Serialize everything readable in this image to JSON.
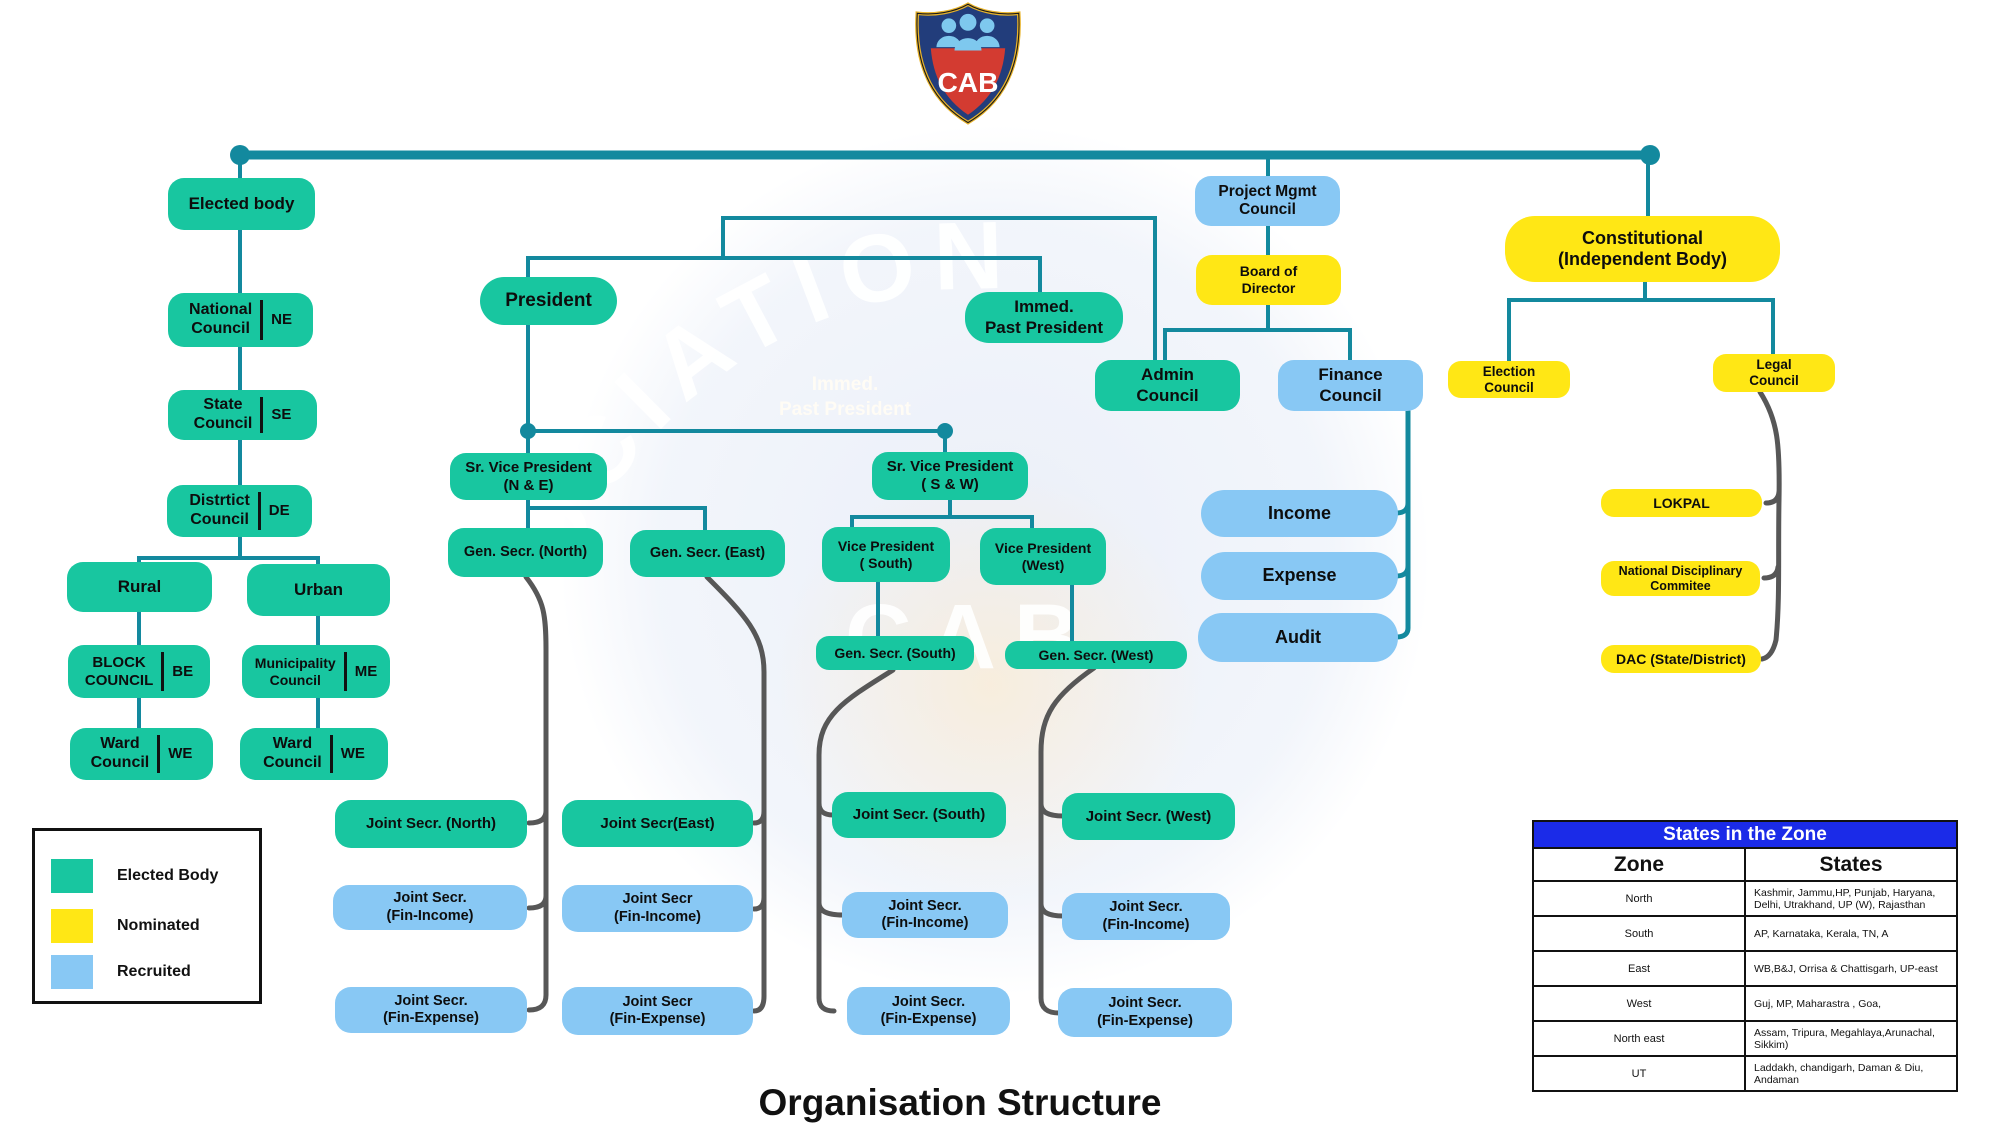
{
  "logo": {
    "text": "CAB"
  },
  "title": "Organisation Structure",
  "watermark": {
    "arc_text": "ASSOCIATION",
    "center_text": "CAB",
    "ghost_text": "Immed.\nPast President"
  },
  "org": {
    "elected_body": "Elected body",
    "national_council": {
      "label": "National\nCouncil",
      "code": "NE"
    },
    "state_council": {
      "label": "State\nCouncil",
      "code": "SE"
    },
    "district_council": {
      "label": "Distrtict\nCouncil",
      "code": "DE"
    },
    "rural": "Rural",
    "urban": "Urban",
    "block_council": {
      "label": "BLOCK\nCOUNCIL",
      "code": "BE"
    },
    "municipality_council": {
      "label": "Municipality\nCouncil",
      "code": "ME"
    },
    "ward_council_rural": {
      "label": "Ward\nCouncil",
      "code": "WE"
    },
    "ward_council_urban": {
      "label": "Ward\nCouncil",
      "code": "WE"
    },
    "president": "President",
    "immed_past_president": "Immed.\nPast President",
    "sr_vice_president_ne": "Sr. Vice President\n(N & E)",
    "sr_vice_president_sw": "Sr. Vice President\n( S & W)",
    "gen_secr_north": "Gen. Secr. (North)",
    "gen_secr_east": "Gen. Secr. (East)",
    "vice_president_south": "Vice President\n( South)",
    "vice_president_west": "Vice President\n(West)",
    "gen_secr_south": "Gen. Secr. (South)",
    "gen_secr_west": "Gen. Secr. (West)",
    "joint_secr_north": "Joint Secr. (North)",
    "joint_secr_east": "Joint Secr(East)",
    "joint_secr_south": "Joint Secr. (South)",
    "joint_secr_west": "Joint Secr. (West)",
    "joint_secr_north_income": "Joint Secr.\n(Fin-Income)",
    "joint_secr_north_expense": "Joint Secr.\n(Fin-Expense)",
    "joint_secr_east_income": "Joint Secr\n(Fin-Income)",
    "joint_secr_east_expense": "Joint Secr\n(Fin-Expense)",
    "joint_secr_south_income": "Joint Secr.\n(Fin-Income)",
    "joint_secr_south_expense": "Joint Secr.\n(Fin-Expense)",
    "joint_secr_west_income": "Joint Secr.\n(Fin-Income)",
    "joint_secr_west_expense": "Joint Secr.\n(Fin-Expense)",
    "project_mgmt_council": "Project Mgmt\nCouncil",
    "board_of_director": "Board of\nDirector",
    "admin_council": "Admin\nCouncil",
    "finance_council": "Finance\nCouncil",
    "income": "Income",
    "expense": "Expense",
    "audit": "Audit",
    "constitutional": "Constitutional\n(Independent Body)",
    "election_council": "Election\nCouncil",
    "legal_council": "Legal\nCouncil",
    "lokpal": "LOKPAL",
    "national_disciplinary_committee": "National Disciplinary\nCommitee",
    "dac": "DAC (State/District)"
  },
  "legend": {
    "items": [
      {
        "label": "Elected Body",
        "color": "#18C6A0"
      },
      {
        "label": "Nominated",
        "color": "#FFE715"
      },
      {
        "label": "Recruited",
        "color": "#88C8F4"
      }
    ]
  },
  "zone_table": {
    "title": "States in the Zone",
    "columns": [
      "Zone",
      "States"
    ],
    "rows": [
      [
        "North",
        "Kashmir, Jammu,HP, Punjab, Haryana, Delhi, Utrakhand, UP (W), Rajasthan"
      ],
      [
        "South",
        "AP, Karnataka, Kerala, TN, A"
      ],
      [
        "East",
        "WB,B&J, Orrisa & Chattisgarh, UP-east"
      ],
      [
        "West",
        "Guj, MP, Maharastra , Goa,"
      ],
      [
        "North east",
        "Assam, Tripura, Megahlaya,Arunachal, Sikkim)"
      ],
      [
        "UT",
        "Laddakh, chandigarh, Daman & Diu, Andaman"
      ]
    ]
  },
  "colors": {
    "elected": "#18C6A0",
    "nominated": "#FFE715",
    "recruited": "#88C8F4",
    "connector_teal": "#13899E",
    "connector_gray": "#575757",
    "table_header_blue": "#1B2BE8",
    "logo_navy": "#223D7B",
    "logo_red": "#D33B31",
    "logo_gold": "#E8B32A"
  }
}
